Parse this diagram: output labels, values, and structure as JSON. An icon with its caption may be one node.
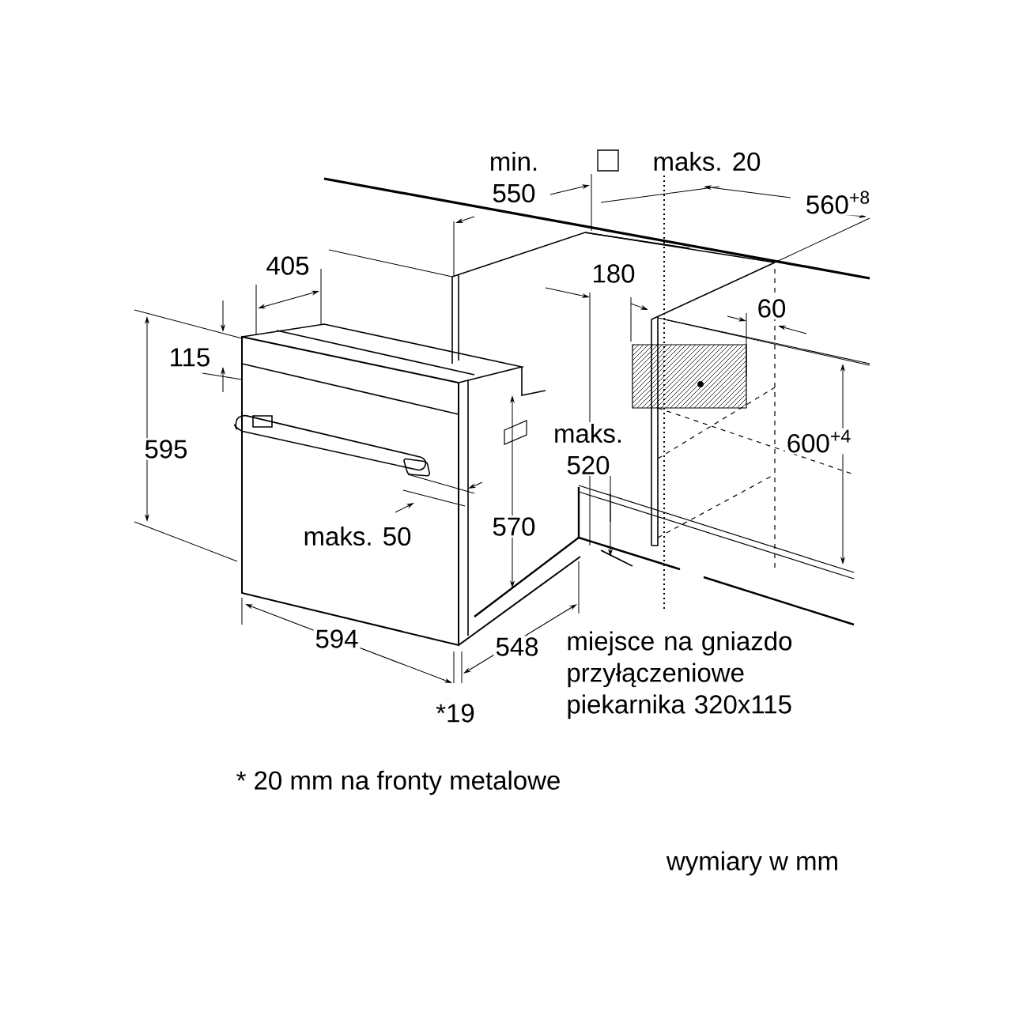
{
  "diagram": {
    "labels": [
      "min. 550",
      "maks. 20",
      "560$^{+8}$",
      "405",
      "180",
      "60",
      "115",
      "595",
      "maks. 520",
      "600$^{+4}$",
      "570",
      "maks. 50",
      "594",
      "548",
      "*19",
      "miejsce na gniazdo przyłączeniowe piekarnika 320x115",
      "* 20 mm na fronty metalowe",
      "wymiary w mm"
    ]
  }
}
